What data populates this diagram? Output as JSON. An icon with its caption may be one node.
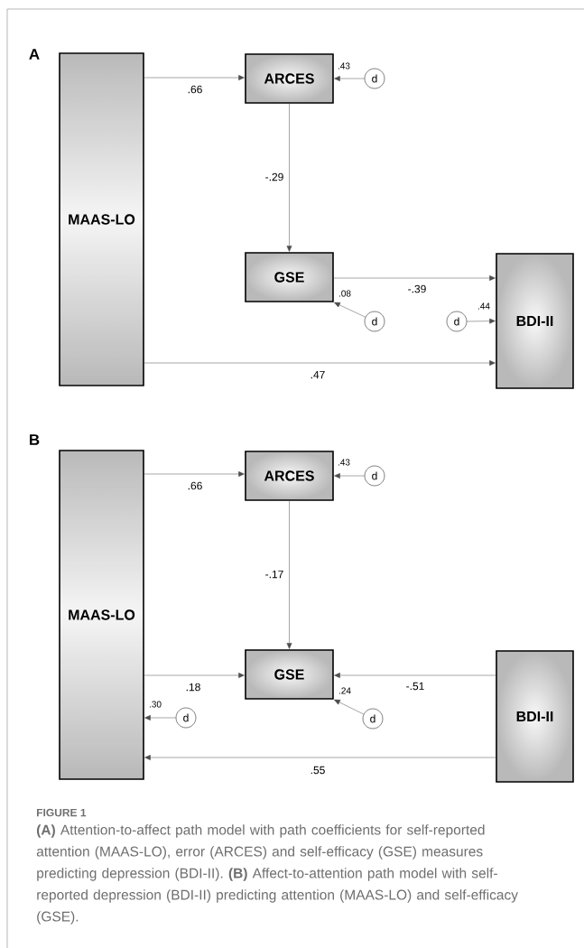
{
  "diagram": {
    "caption": "**(A)** Attention-to-affect path model with path coefficients for self-reported attention (MAAS-LO), error (ARCES) and self-efficacy (GSE) measures predicting depression (BDI-II). **(B)** Affect-to-attention path model with self-reported depression (BDI-II) predicting attention (MAAS-LO) and self-efficacy (GSE).",
    "nodes": [
      {
        "text": [
          "MAAS-LO"
        ]
      },
      {
        "text": [
          "ARCES"
        ]
      },
      {
        "text": [
          "d"
        ]
      },
      {
        "text": [
          "GSE"
        ]
      },
      {
        "text": [
          "d"
        ]
      },
      {
        "text": [
          "d"
        ]
      },
      {
        "text": [
          "BDI-II"
        ]
      },
      {
        "text": [
          "MAAS-LO"
        ]
      },
      {
        "text": [
          "ARCES"
        ]
      },
      {
        "text": [
          "d"
        ]
      },
      {
        "text": [
          "GSE"
        ]
      },
      {
        "text": [
          "d"
        ]
      },
      {
        "text": [
          "d"
        ]
      },
      {
        "text": [
          "BDI-II"
        ]
      }
    ],
    "edges": [
      {
        "from": 0,
        "to": 1,
        "arrow": "to",
        "label": ".66"
      },
      {
        "from": 2,
        "to": 1,
        "arrow": "to",
        "label": ".43"
      },
      {
        "from": 1,
        "to": 3,
        "arrow": "to",
        "label": "-.29"
      },
      {
        "from": 4,
        "to": 3,
        "arrow": "to",
        "label": ".08"
      },
      {
        "from": 3,
        "to": 6,
        "arrow": "to",
        "label": "-.39"
      },
      {
        "from": 5,
        "to": 6,
        "arrow": "to",
        "label": ".44"
      },
      {
        "from": 0,
        "to": 6,
        "arrow": "to",
        "label": ".47"
      },
      {
        "from": 7,
        "to": 8,
        "arrow": "to",
        "label": ".66"
      },
      {
        "from": 9,
        "to": 8,
        "arrow": "to",
        "label": ".43"
      },
      {
        "from": 8,
        "to": 10,
        "arrow": "to",
        "label": "-.17"
      },
      {
        "from": 7,
        "to": 10,
        "arrow": "to",
        "label": ".18"
      },
      {
        "from": 11,
        "to": 7,
        "arrow": "to",
        "label": ".30"
      },
      {
        "from": 12,
        "to": 10,
        "arrow": "to",
        "label": ".24"
      },
      {
        "from": 13,
        "to": 10,
        "arrow": "to",
        "label": "-.51"
      },
      {
        "from": 13,
        "to": 7,
        "arrow": "to",
        "label": ".55"
      }
    ],
    "labels": [
      "A",
      "B",
      "FIGURE 1"
    ]
  }
}
